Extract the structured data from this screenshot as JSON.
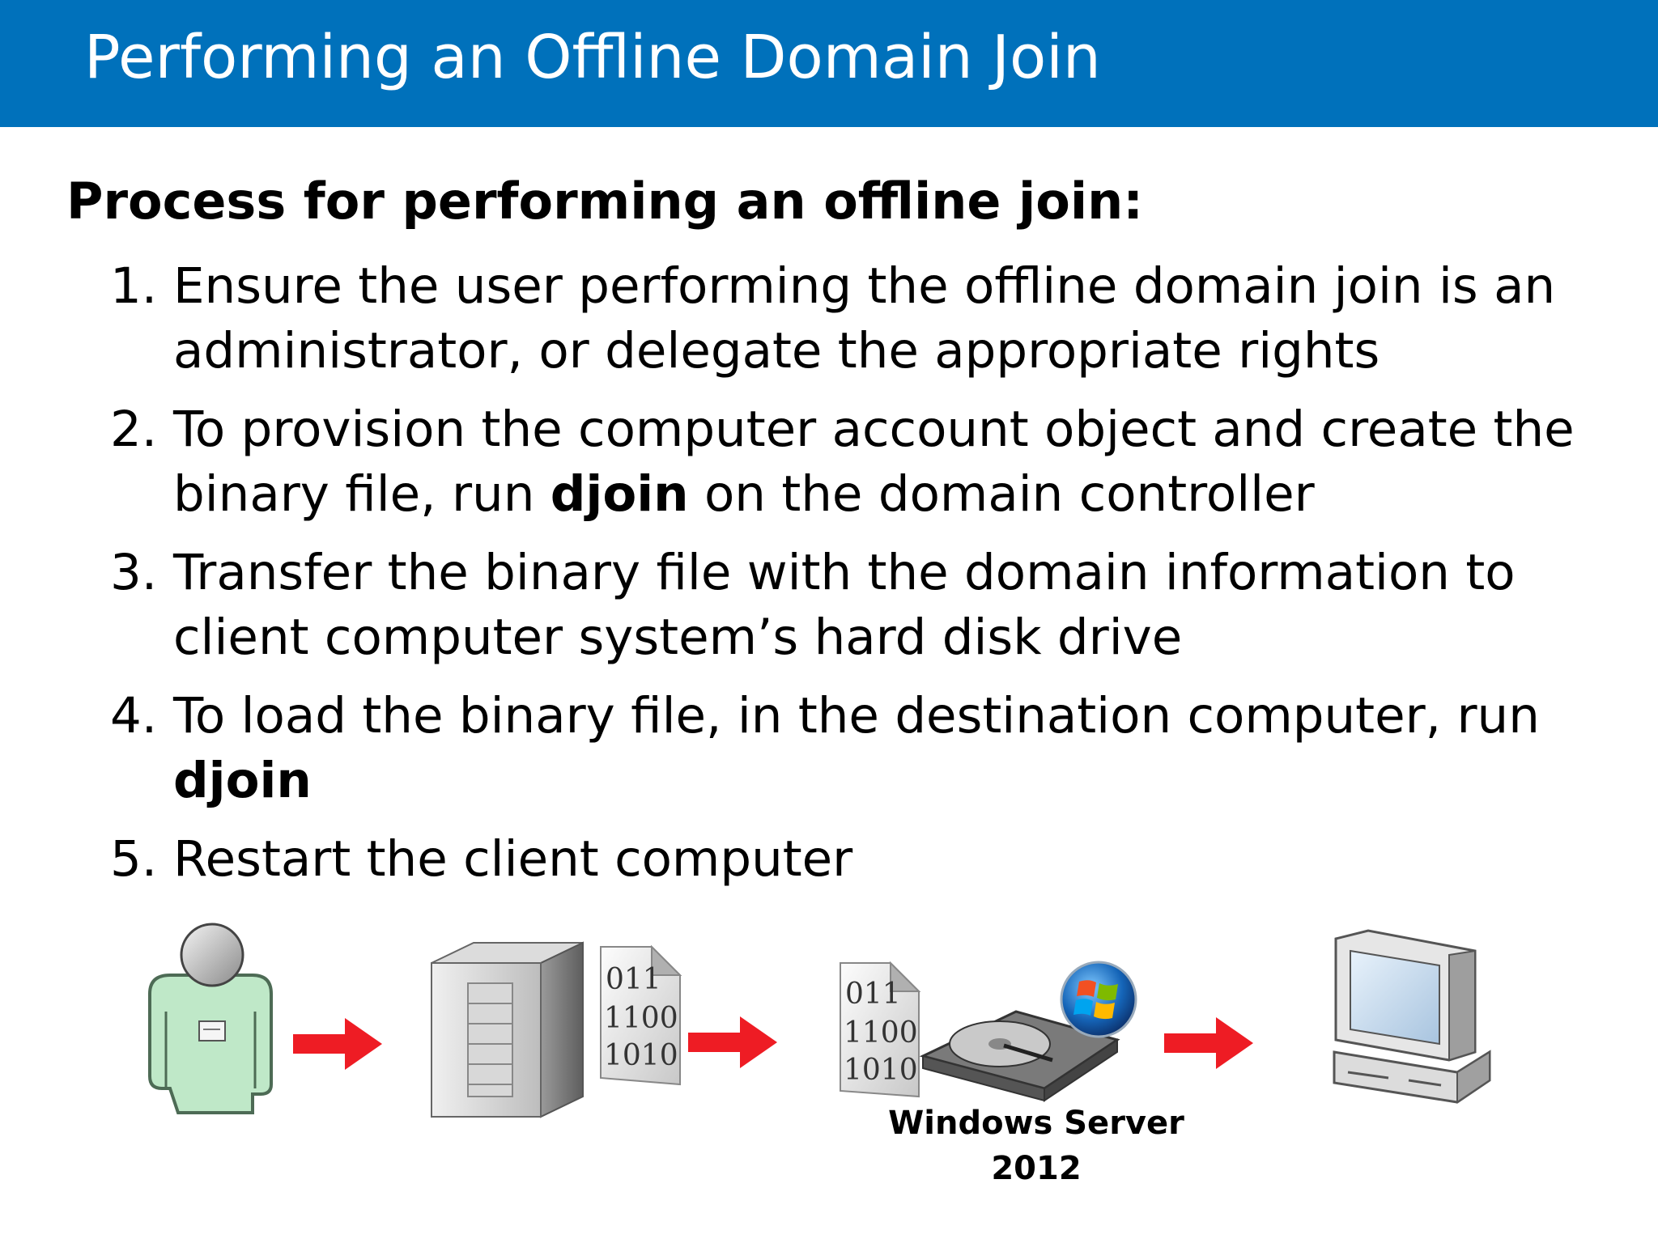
{
  "title": "Performing an Offline Domain Join",
  "heading": "Process for performing an offline join:",
  "steps": [
    {
      "num": "1.",
      "line1": "Ensure the user performing the offline domain join is an",
      "line2": "administrator, or delegate the appropriate rights"
    },
    {
      "num": "2.",
      "line1": "To provision the computer account object and create the",
      "line2_pre": "binary file, run ",
      "line2_bold": "djoin",
      "line2_post": " on the domain controller"
    },
    {
      "num": "3.",
      "line1": "Transfer the binary file with the domain information to",
      "line2": "client computer system’s hard disk drive"
    },
    {
      "num": "4.",
      "line1": "To load the binary file, in the destination computer, run",
      "line2_bold": "djoin"
    },
    {
      "num": "5.",
      "line1": "Restart the client computer"
    }
  ],
  "binary_doc_1": {
    "row1": "011",
    "row2": "1100",
    "row3": "1010"
  },
  "binary_doc_2": {
    "row1": "011",
    "row2": "1100",
    "row3": "1010"
  },
  "caption": {
    "line1": "Windows Server",
    "line2": "2012"
  },
  "colors": {
    "title_bar": "#0071bb",
    "arrow": "#ee1c24",
    "person": "#bfe8c8"
  },
  "icons": [
    "user-icon",
    "server-icon",
    "binary-file-icon",
    "hard-disk-icon",
    "windows-logo-icon",
    "client-computer-icon",
    "arrow-right-icon"
  ]
}
